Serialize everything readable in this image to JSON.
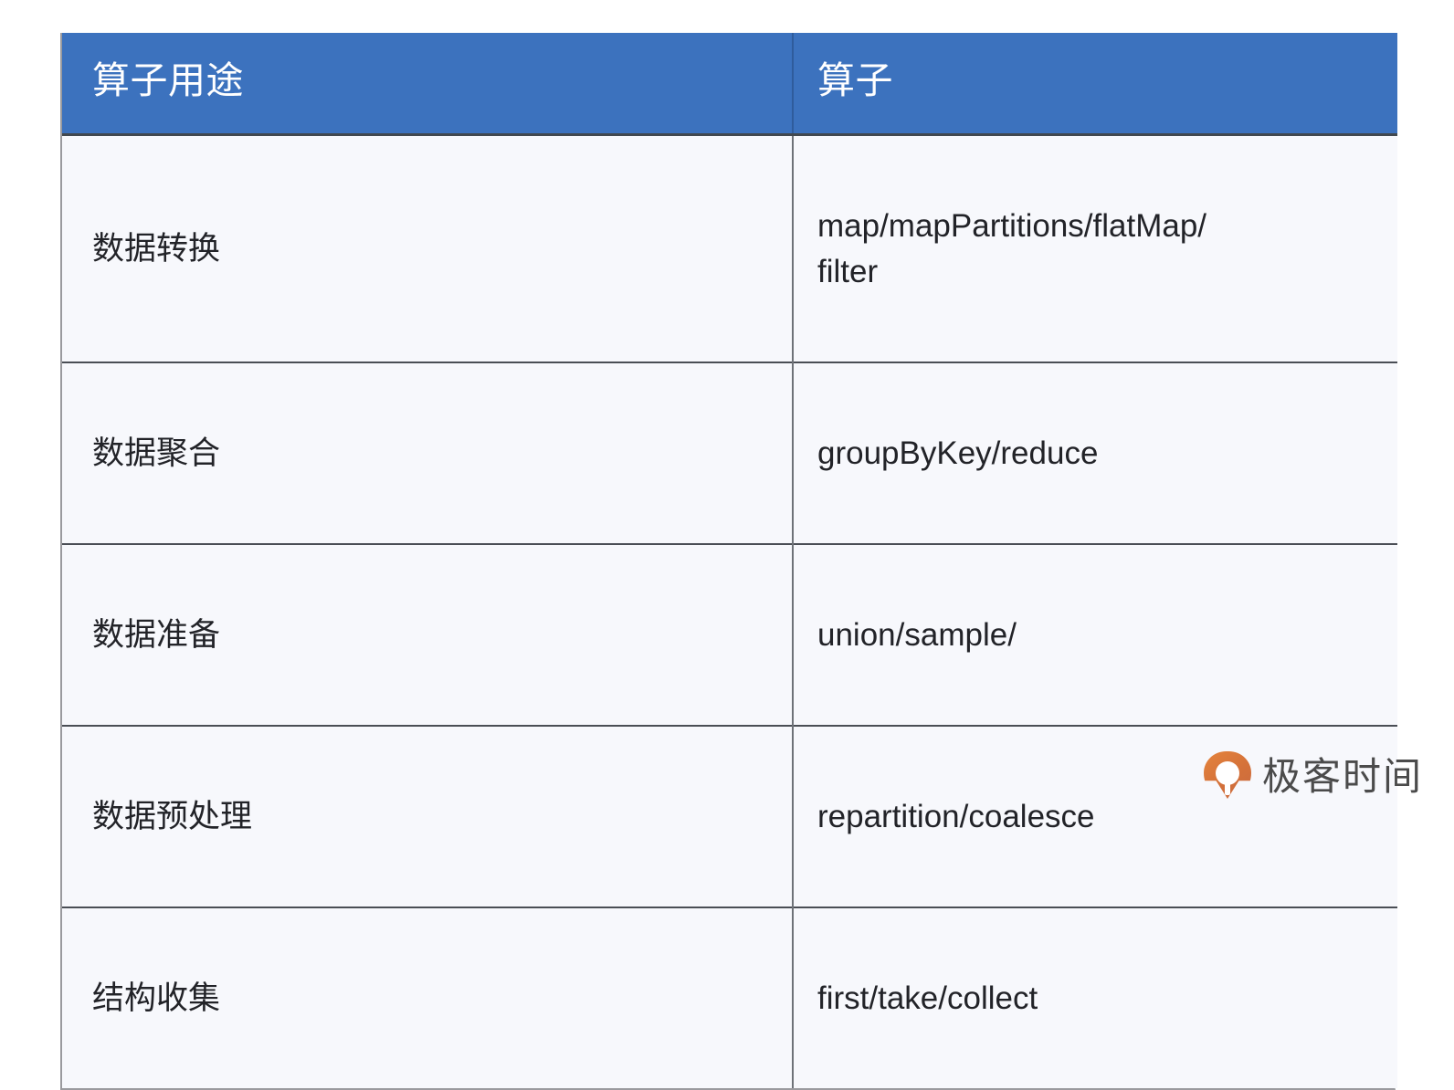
{
  "slide": {
    "background_color": "#ffffff"
  },
  "table": {
    "header_background": "#3c72be",
    "header_text_color": "#ffffff",
    "cell_background": "#f7f8fc",
    "cell_text_color": "#222328",
    "border_color": "#4a4e55",
    "columns": [
      {
        "key": "purpose",
        "label": "算子用途"
      },
      {
        "key": "operator",
        "label": "算子"
      }
    ],
    "rows": [
      {
        "purpose": "数据转换",
        "operator": " map/mapPartitions/flatMap/\nfilter"
      },
      {
        "purpose": "数据聚合",
        "operator": "groupByKey/reduce"
      },
      {
        "purpose": "数据准备",
        "operator": "union/sample/"
      },
      {
        "purpose": "数据预处理",
        "operator": "repartition/coalesce"
      },
      {
        "purpose": "结构收集",
        "operator": "first/take/collect"
      }
    ]
  },
  "brand": {
    "name": "极客时间",
    "mark_color": "#d6743c",
    "text_color": "#4b4b4b"
  }
}
